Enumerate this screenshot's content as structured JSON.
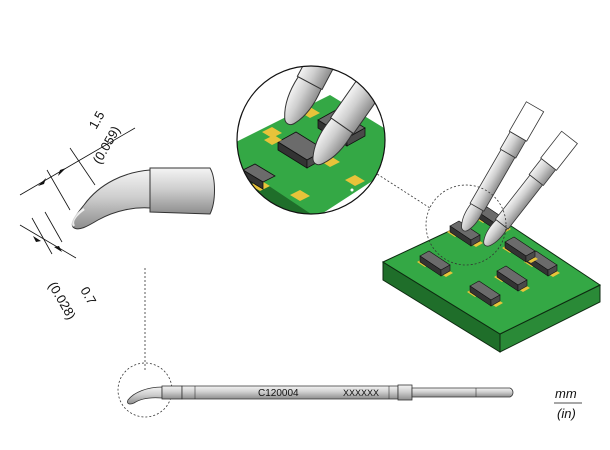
{
  "dimensions": {
    "length_mm": "1.5",
    "length_in": "(0.059)",
    "width_mm": "0.7",
    "width_in": "(0.028)"
  },
  "tip": {
    "part_number": "C120004",
    "code": "XXXXXX"
  },
  "units": {
    "metric": "mm",
    "imperial": "(in)"
  },
  "colors": {
    "pcb_green": "#2e9a3c",
    "pcb_green_dark": "#1f6e2a",
    "pad_yellow": "#e8c33a",
    "chip_dark": "#3a3a3a",
    "tip_gray": "#c9c9c9"
  }
}
